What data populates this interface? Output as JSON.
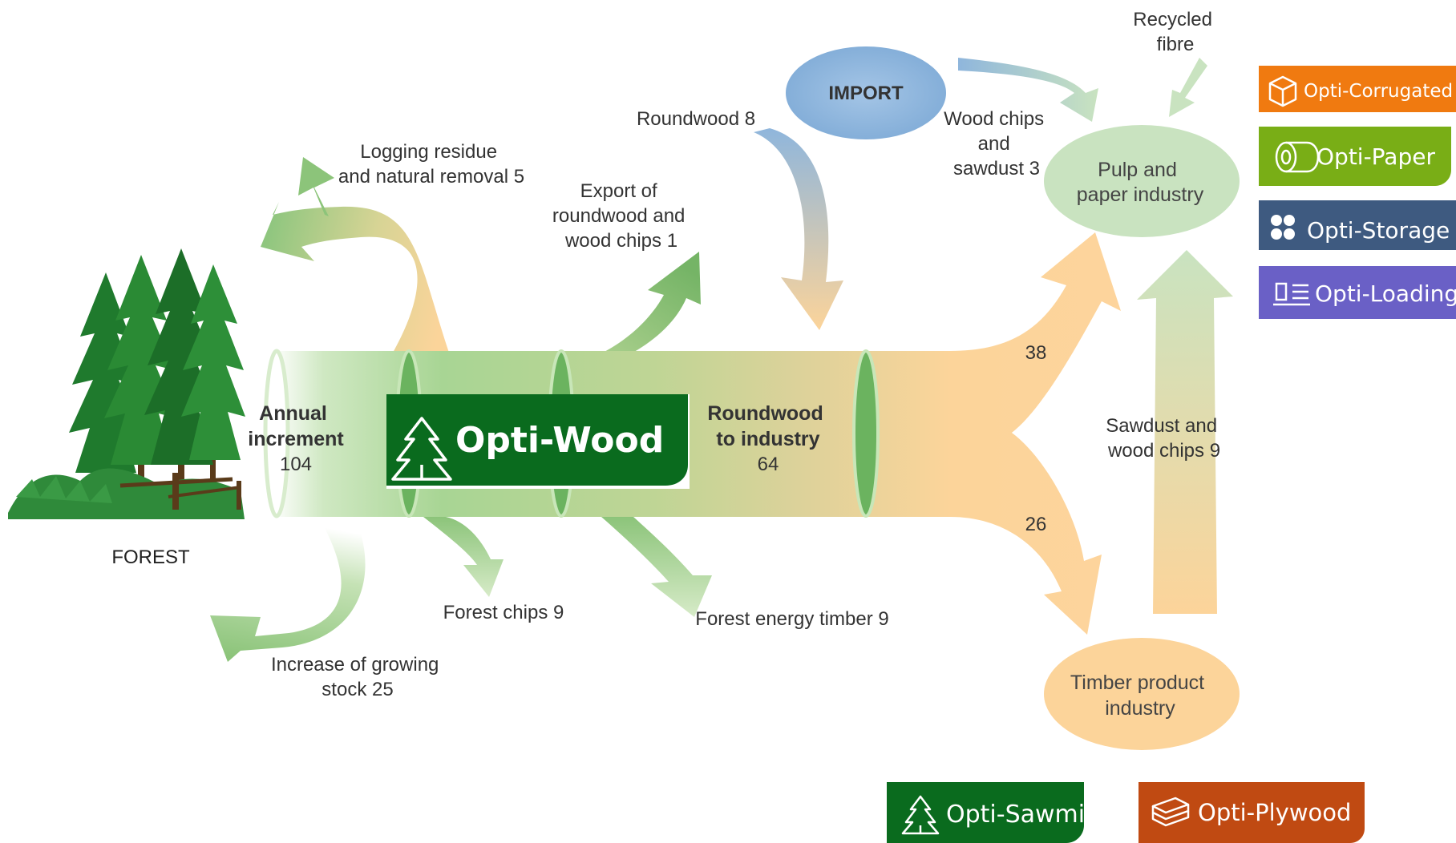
{
  "brand": {
    "main": "Opti-Wood",
    "corrugated": "Opti-Corrugated",
    "paper": "Opti-Paper",
    "storage": "Opti-Storage",
    "loading": "Opti-Loading",
    "sawmill": "Opti-Sawmill",
    "plywood": "Opti-Plywood"
  },
  "nodes": {
    "forest": "FOREST",
    "import": "IMPORT",
    "pulp": [
      "Pulp and",
      "paper industry"
    ],
    "timber": [
      "Timber product",
      "industry"
    ]
  },
  "trunk": {
    "annual": [
      "Annual",
      "increment"
    ],
    "annual_value": "104",
    "roundwood": [
      "Roundwood",
      "to industry"
    ],
    "roundwood_value": "64"
  },
  "flows": {
    "logging": [
      "Logging residue",
      "and natural removal 5"
    ],
    "export": [
      "Export of",
      "roundwood and",
      "wood chips 1"
    ],
    "roundwood_import": "Roundwood 8",
    "woodchips_import": [
      "Wood chips",
      "and",
      "sawdust 3"
    ],
    "recycled": [
      "Recycled",
      "fibre"
    ],
    "to_pulp": "38",
    "to_timber": "26",
    "sawdust": [
      "Sawdust and",
      "wood chips 9"
    ],
    "forest_chips": "Forest chips 9",
    "energy_timber": "Forest energy timber 9",
    "growing_stock": [
      "Increase of growing",
      "stock 25"
    ]
  },
  "colors": {
    "green_dark": "#0a6b1e",
    "green_flow": "#8cc47a",
    "orange_flow": "#fcd49a",
    "import_blue": "#8fb6dc",
    "pulp_node": "#c9e3c0",
    "timber_node": "#fcd49a",
    "corrugated": "#f07a10",
    "paper": "#79ae16",
    "storage": "#3e5a80",
    "loading": "#6a60c6",
    "sawmill": "#0a6b1e",
    "plywood": "#c04a12"
  }
}
